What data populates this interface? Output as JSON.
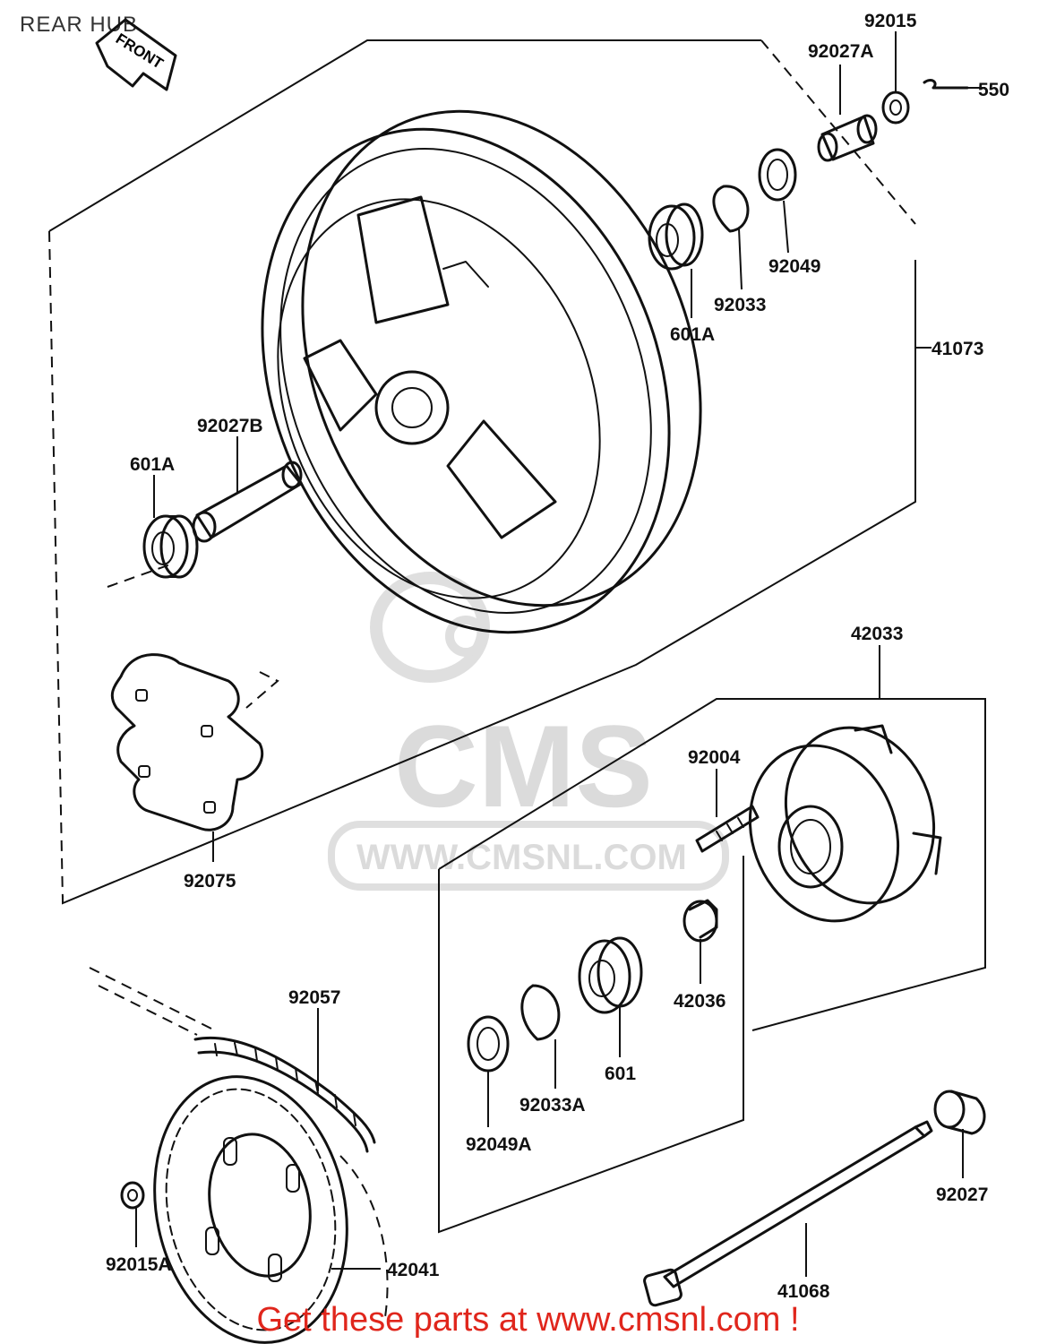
{
  "page": {
    "title": "REAR HUB",
    "footer": "Get these parts at www.cmsnl.com !"
  },
  "watermark": {
    "logo_text": "CMS",
    "url_text": "WWW.CMSNL.COM"
  },
  "direction_arrow": {
    "label": "FRONT"
  },
  "parts": [
    {
      "id": "p92015",
      "number": "92015"
    },
    {
      "id": "p92027A",
      "number": "92027A"
    },
    {
      "id": "p550",
      "number": "550"
    },
    {
      "id": "p92049",
      "number": "92049"
    },
    {
      "id": "p92033",
      "number": "92033"
    },
    {
      "id": "p601A_r",
      "number": "601A"
    },
    {
      "id": "p41073",
      "number": "41073"
    },
    {
      "id": "p92027B",
      "number": "92027B"
    },
    {
      "id": "p601A_l",
      "number": "601A"
    },
    {
      "id": "p92075",
      "number": "92075"
    },
    {
      "id": "p42033",
      "number": "42033"
    },
    {
      "id": "p92004",
      "number": "92004"
    },
    {
      "id": "p42036",
      "number": "42036"
    },
    {
      "id": "p601",
      "number": "601"
    },
    {
      "id": "p92033A",
      "number": "92033A"
    },
    {
      "id": "p92049A",
      "number": "92049A"
    },
    {
      "id": "p92057",
      "number": "92057"
    },
    {
      "id": "p92027",
      "number": "92027"
    },
    {
      "id": "p41068",
      "number": "41068"
    },
    {
      "id": "p92015A",
      "number": "92015A"
    },
    {
      "id": "p42041",
      "number": "42041"
    }
  ]
}
